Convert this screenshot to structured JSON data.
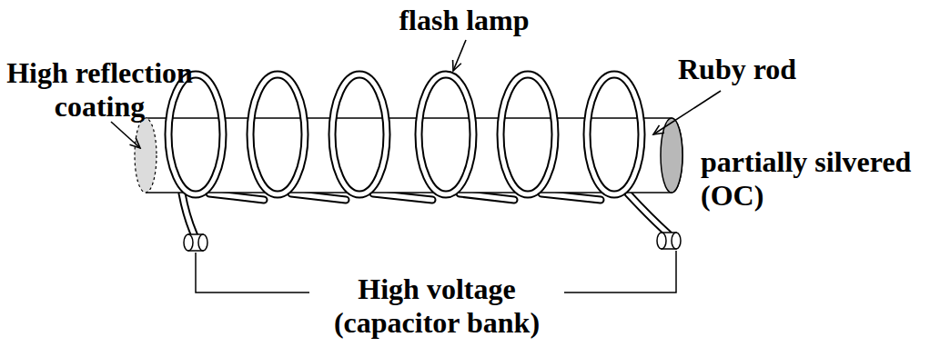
{
  "diagram": {
    "labels": [
      "High reflection coating",
      "flash lamp",
      "Ruby rod",
      "partially silvered (OC)",
      "High voltage (capacitor bank)"
    ]
  }
}
